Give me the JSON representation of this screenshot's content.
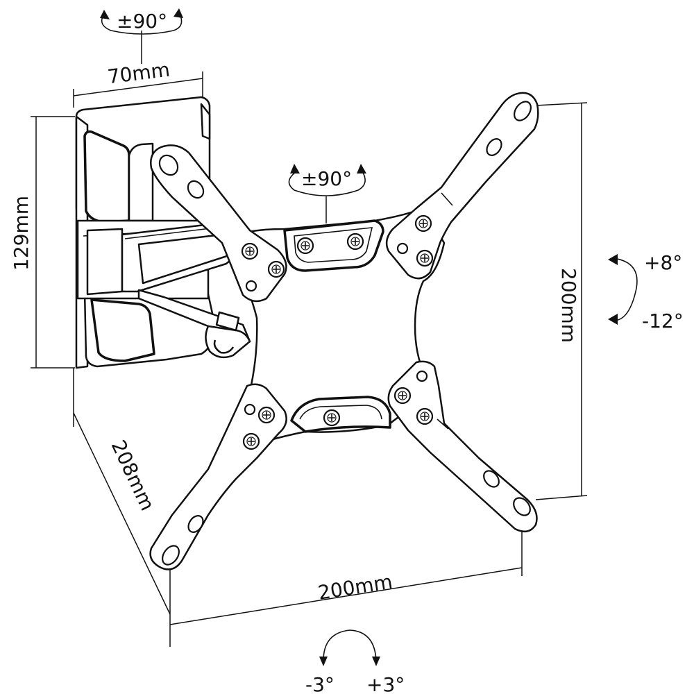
{
  "dimensions": {
    "arm_width": "70mm",
    "wall_plate_height": "129mm",
    "extension_depth": "208mm",
    "vesa_width": "200mm",
    "vesa_height": "200mm"
  },
  "rotations": {
    "wall_swivel": "±90°",
    "plate_rotation": "±90°",
    "tilt_up": "+8°",
    "tilt_down": "-12°",
    "level_left": "-3°",
    "level_right": "+3°"
  },
  "colors": {
    "line": "#111111",
    "background": "#ffffff"
  }
}
